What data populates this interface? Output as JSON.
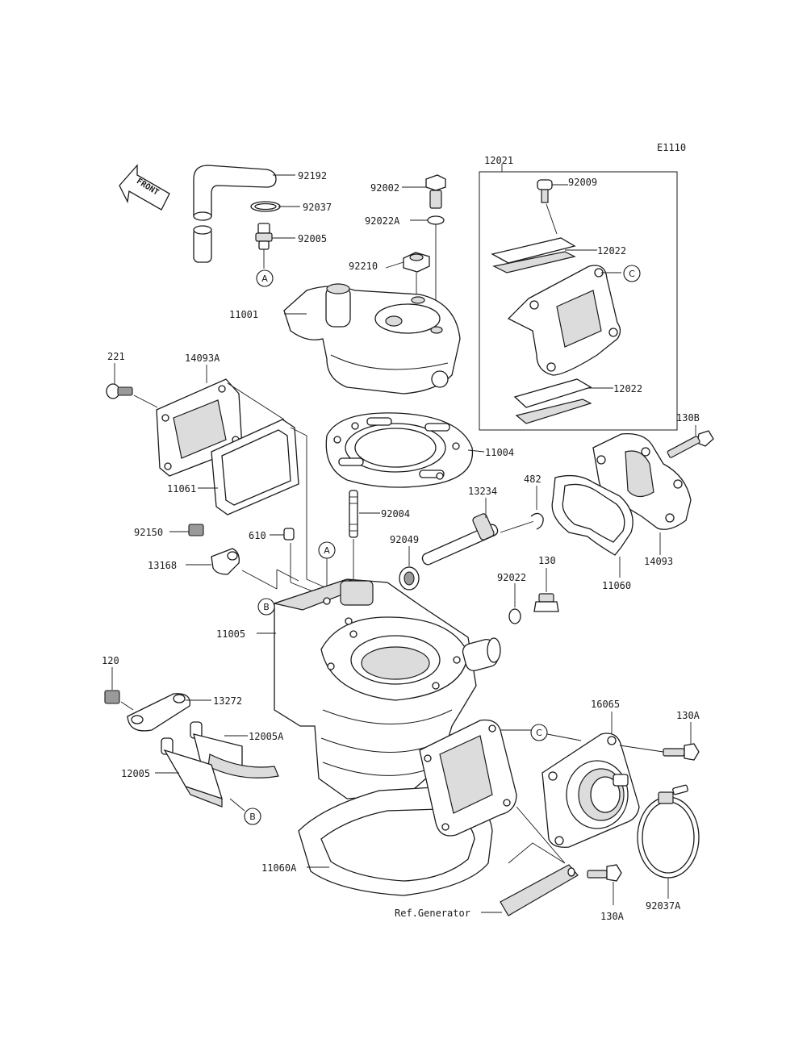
{
  "diagram_code": "E1110",
  "front_arrow_label": "FRONT",
  "reference_label": "Ref.Generator",
  "callout_letters": {
    "a": "A",
    "b": "B",
    "c": "C"
  },
  "parts": {
    "p92192": "92192",
    "p92037": "92037",
    "p92005": "92005",
    "p92002": "92002",
    "p92022A": "92022A",
    "p92210": "92210",
    "p11001": "11001",
    "p12021": "12021",
    "p92009": "92009",
    "p12022a": "12022",
    "p12022b": "12022",
    "p221": "221",
    "p14093A": "14093A",
    "p11004": "11004",
    "p11061": "11061",
    "p130B": "130B",
    "p13234": "13234",
    "p482": "482",
    "p92004": "92004",
    "p92150": "92150",
    "p610": "610",
    "p92049": "92049",
    "p13168": "13168",
    "p130": "130",
    "p92022": "92022",
    "p14093": "14093",
    "p11060": "11060",
    "p11005": "11005",
    "p120": "120",
    "p13272": "13272",
    "p12005A": "12005A",
    "p12005": "12005",
    "p16065": "16065",
    "p130A_top": "130A",
    "p11060A": "11060A",
    "p130A_bottom": "130A",
    "p92037A": "92037A"
  }
}
